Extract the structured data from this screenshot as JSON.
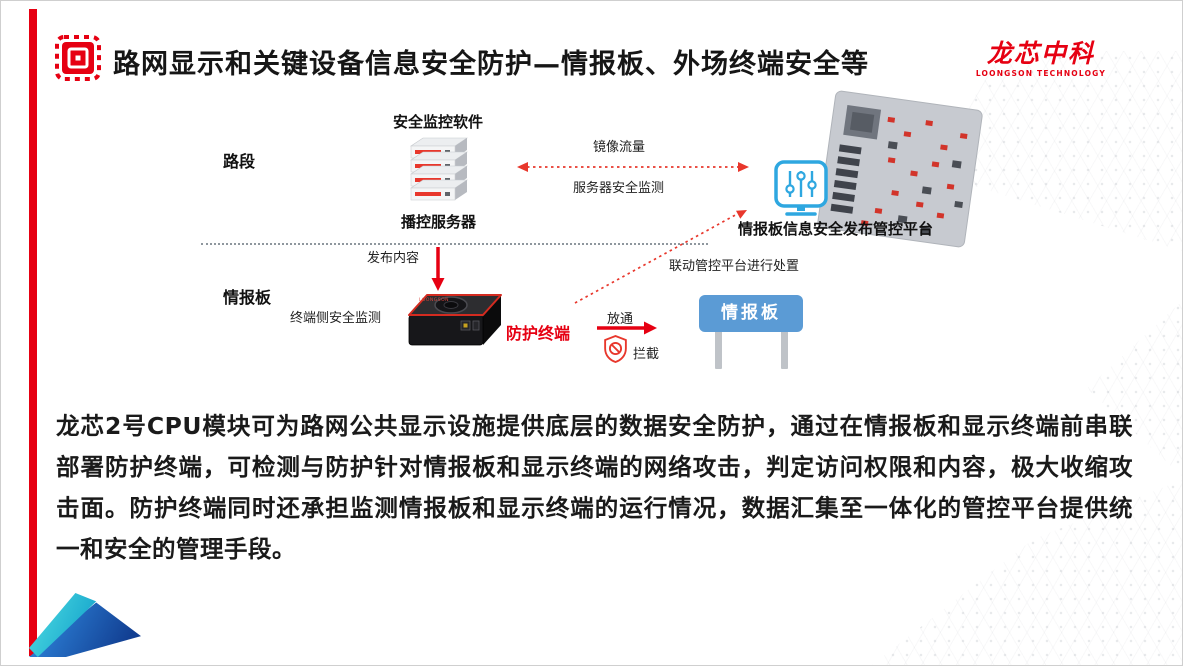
{
  "header": {
    "title": "路网显示和关键设备信息安全防护—情报板、外场终端安全等",
    "logo_cn": "龙芯中科",
    "logo_en": "LOONGSON TECHNOLOGY"
  },
  "diagram": {
    "security_software_label": "安全监控软件",
    "row_road_label": "路段",
    "server_label": "播控服务器",
    "mirror_traffic_label": "镜像流量",
    "server_monitor_label": "服务器安全监测",
    "platform_label": "情报板信息安全发布管控平台",
    "publish_label": "发布内容",
    "row_board_label": "情报板",
    "terminal_monitor_label": "终端侧安全监测",
    "protect_terminal_label": "防护终端",
    "linkage_label": "联动管控平台进行处置",
    "pass_label": "放通",
    "block_label": "拦截",
    "sign_label": "情报板"
  },
  "body_text": {
    "paragraph": "龙芯2号CPU模块可为路网公共显示设施提供底层的数据安全防护，通过在情报板和显示终端前串联部署防护终端，可检测与防护针对情报板和显示终端的网络攻击，判定访问权限和内容，极大收缩攻击面。防护终端同时还承担监测情报板和显示终端的运行情况，数据汇集至一体化的管控平台提供统一和安全的管理手段。",
    "device_brand": "LOONGSON"
  },
  "colors": {
    "accent_red": "#e60012",
    "arrow_red": "#e8372c",
    "monitor_blue": "#2ea7e0",
    "sign_blue": "#5b9bd5"
  }
}
